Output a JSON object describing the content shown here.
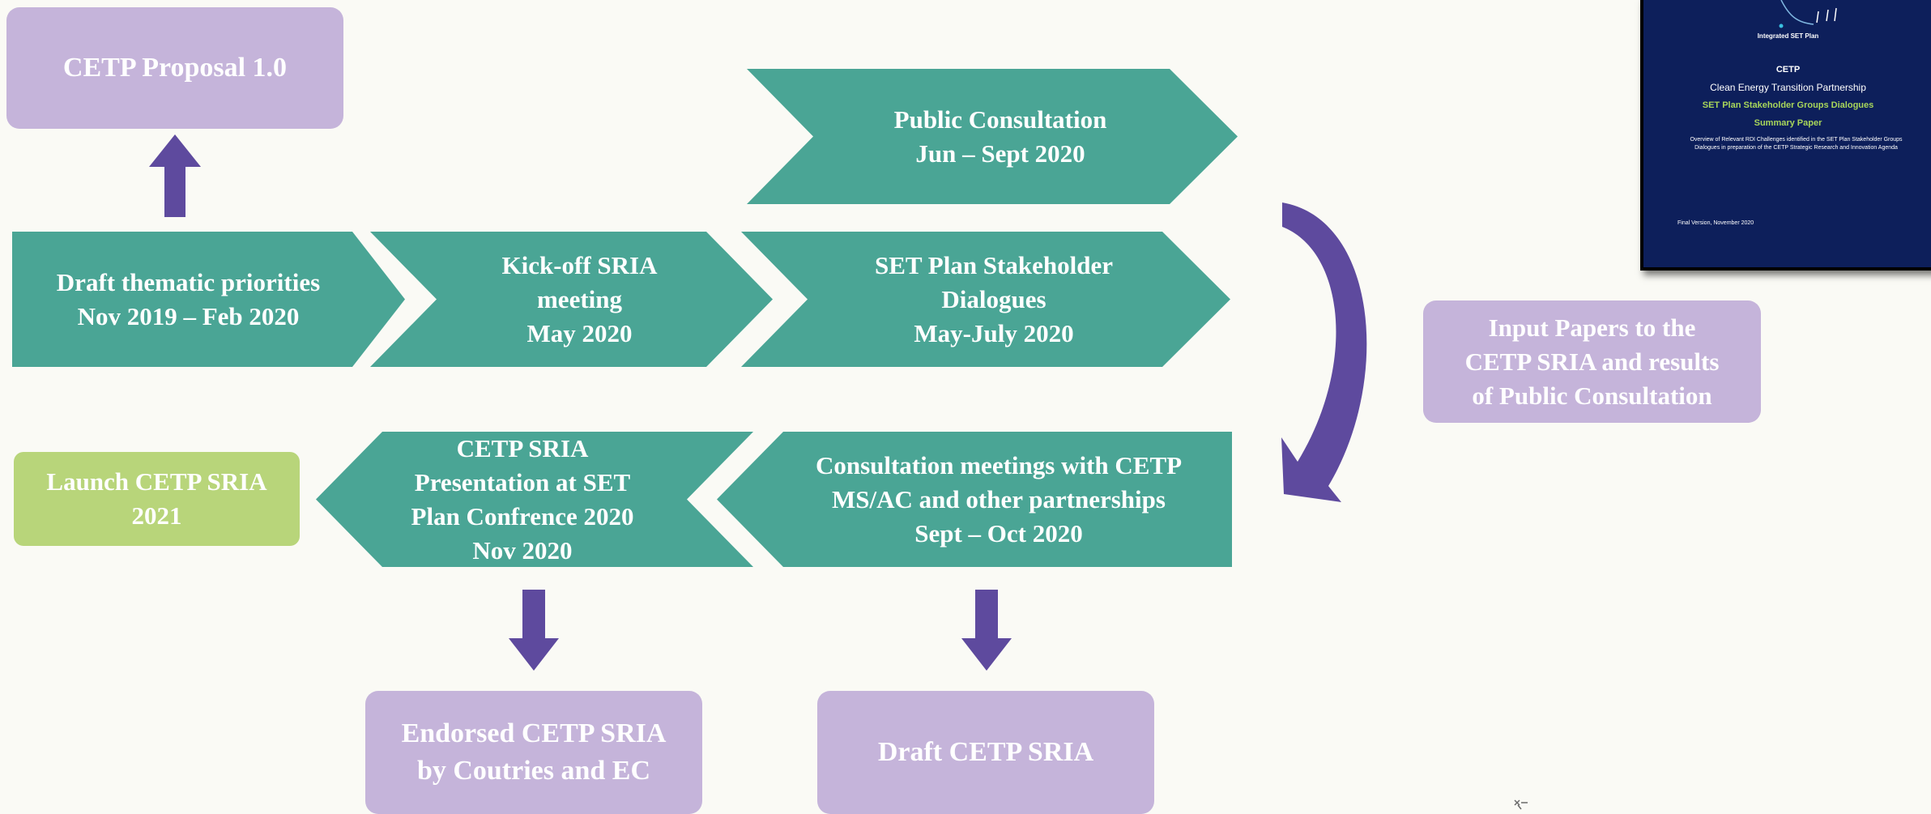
{
  "nodes": {
    "proposal": {
      "label": "CETP Proposal 1.0"
    },
    "draft_priorities": {
      "line1": "Draft thematic priorities",
      "line2": "Nov 2019 – Feb 2020"
    },
    "kickoff": {
      "line1": "Kick-off  SRIA",
      "line2": "meeting",
      "line3": "May 2020"
    },
    "public_consultation": {
      "line1": "Public Consultation",
      "line2": "Jun – Sept 2020"
    },
    "stakeholder_dialogues": {
      "line1": "SET Plan Stakeholder",
      "line2": "Dialogues",
      "line3": "May-July 2020"
    },
    "input_papers": {
      "line1": "Input Papers to the",
      "line2": "CETP SRIA and results",
      "line3": "of  Public Consultation"
    },
    "consultation_meetings": {
      "line1": "Consultation meetings with CETP",
      "line2": "MS/AC and other partnerships",
      "line3": "Sept – Oct 2020"
    },
    "presentation": {
      "line1": "CETP SRIA",
      "line2": "Presentation at SET",
      "line3": "Plan Confrence 2020",
      "line4": "Nov 2020"
    },
    "launch": {
      "line1": "Launch CETP SRIA",
      "line2": "2021"
    },
    "endorsed": {
      "line1": "Endorsed CETP SRIA",
      "line2": "by Coutries and EC"
    },
    "draft_sria": {
      "label": "Draft CETP SRIA"
    }
  },
  "cover": {
    "diagram_label": "Integrated SET Plan",
    "acronym": "CETP",
    "name": "Clean Energy Transition Partnership",
    "subtitle": "SET Plan Stakeholder Groups Dialogues",
    "paper_type": "Summary Paper",
    "description": "Overview of Relevant RDI Challenges identified in the SET Plan Stakeholder Groups Dialogues in preparation of the CETP Strategic Research and Innovation Agenda",
    "version": "Final Version, November 2020"
  },
  "colors": {
    "teal": "#4aa595",
    "lavender": "#c5b4da",
    "lime": "#b8d57a",
    "purple_arrow": "#5e4a9e",
    "cover_bg": "#0d1f5b",
    "cover_highlight": "#a8d65a"
  }
}
